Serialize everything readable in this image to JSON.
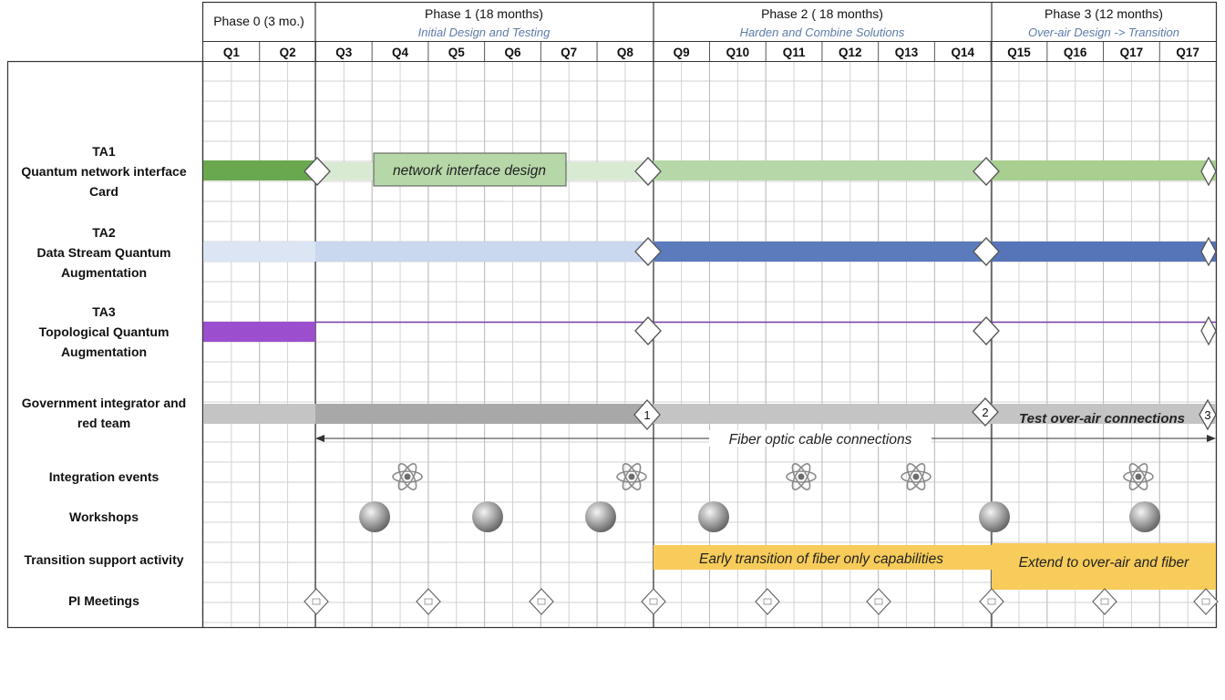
{
  "header": {
    "phases": [
      {
        "title": "Phase 0 (3 mo.)",
        "subtitle": ""
      },
      {
        "title": "Phase 1 (18 months)",
        "subtitle": "Initial Design and Testing"
      },
      {
        "title": "Phase 2 ( 18 months)",
        "subtitle": "Harden and Combine Solutions"
      },
      {
        "title": "Phase 3 (12 months)",
        "subtitle": "Over-air Design -> Transition"
      }
    ],
    "quarters": [
      "Q1",
      "Q2",
      "Q3",
      "Q4",
      "Q5",
      "Q6",
      "Q7",
      "Q8",
      "Q9",
      "Q10",
      "Q11",
      "Q12",
      "Q13",
      "Q14",
      "Q15",
      "Q16",
      "Q17",
      "Q17"
    ]
  },
  "rows": {
    "ta1": [
      "TA1",
      "Quantum network interface",
      "Card"
    ],
    "ta2": [
      "TA2",
      "Data Stream Quantum",
      "Augmentation"
    ],
    "ta3": [
      "TA3",
      "Topological Quantum",
      "Augmentation"
    ],
    "gov": [
      "Government integrator and",
      "red team"
    ],
    "integration": "Integration events",
    "workshops": "Workshops",
    "transition": "Transition support activity",
    "pi": "PI Meetings"
  },
  "bars": {
    "ta1_design": "network interface design",
    "fiber": "Fiber optic cable connections",
    "over_air": "Test over-air connections",
    "early_transition": "Early transition of fiber only capabilities",
    "extend": "Extend to over-air and fiber"
  },
  "milestones": [
    "1",
    "2",
    "3"
  ],
  "colors": {
    "ta1_dark": "#6aa84f",
    "ta1_light": "#d9ead3",
    "ta1_mid": "#b6d7a8",
    "ta2_light": "#c9d7ef",
    "ta2_dark": "#5b7bbd",
    "ta3": "#9b4fcf",
    "gov": "#b7b7b7",
    "transition": "#f8cc5a",
    "grid": "#cfcfcf"
  },
  "icons": {
    "integration": "atom-icon",
    "workshop": "sphere-icon",
    "pi_meeting": "flag-diamond-icon"
  }
}
